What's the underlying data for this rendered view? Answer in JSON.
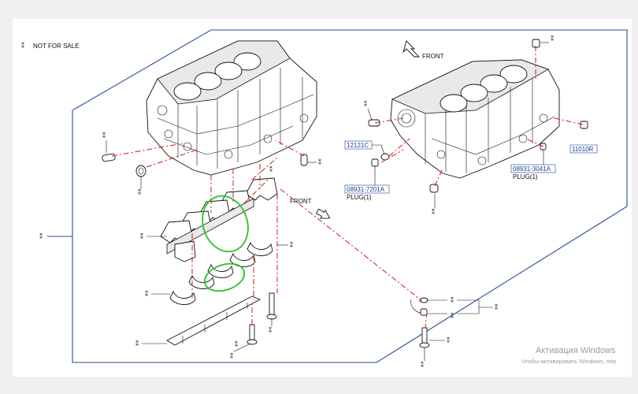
{
  "legend": {
    "mark": "⁑",
    "text": "NOT  FOR  SALE"
  },
  "front_labels": {
    "top_right": "FRONT",
    "middle": "FRONT"
  },
  "codes": {
    "c12121C": "12121C",
    "c11010R": "11010R",
    "c08931_3041A": "08931-3041A",
    "c08931_7201A": "08931-7201A"
  },
  "plug_labels": {
    "right": "PLUG(1)",
    "left": "PLUG(1)"
  },
  "callout_mark": "⁑",
  "watermark": {
    "title": "Активация Windows",
    "subtitle": "Чтобы активировать Windows, пер"
  },
  "colors": {
    "boundary": "#2a4c95",
    "leader": "#d11a1a",
    "highlight": "#27c227"
  }
}
